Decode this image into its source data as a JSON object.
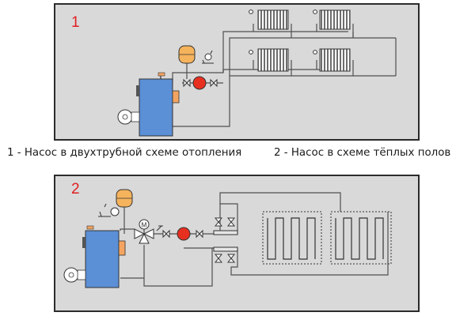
{
  "diagram1": {
    "number": "1"
  },
  "diagram2": {
    "number": "2",
    "valve_label": "M"
  },
  "caption": {
    "left": "1 - Насос в двухтрубной схеме отопления",
    "right": "2 - Насос в схеме тёплых полов"
  },
  "colors": {
    "panel_bg": "#d9d9d9",
    "boiler": "#5b8fd6",
    "burner_port": "#f4a460",
    "expansion_tank": "#f5b35c",
    "pump": "#e83020",
    "pipe": "#505050",
    "number": "#e02020"
  },
  "icons": [
    "boiler-icon",
    "expansion-tank-icon",
    "pump-icon",
    "radiator-icon",
    "valve-icon",
    "safety-group-icon",
    "burner-icon",
    "three-way-valve-icon",
    "underfloor-loop-icon"
  ]
}
